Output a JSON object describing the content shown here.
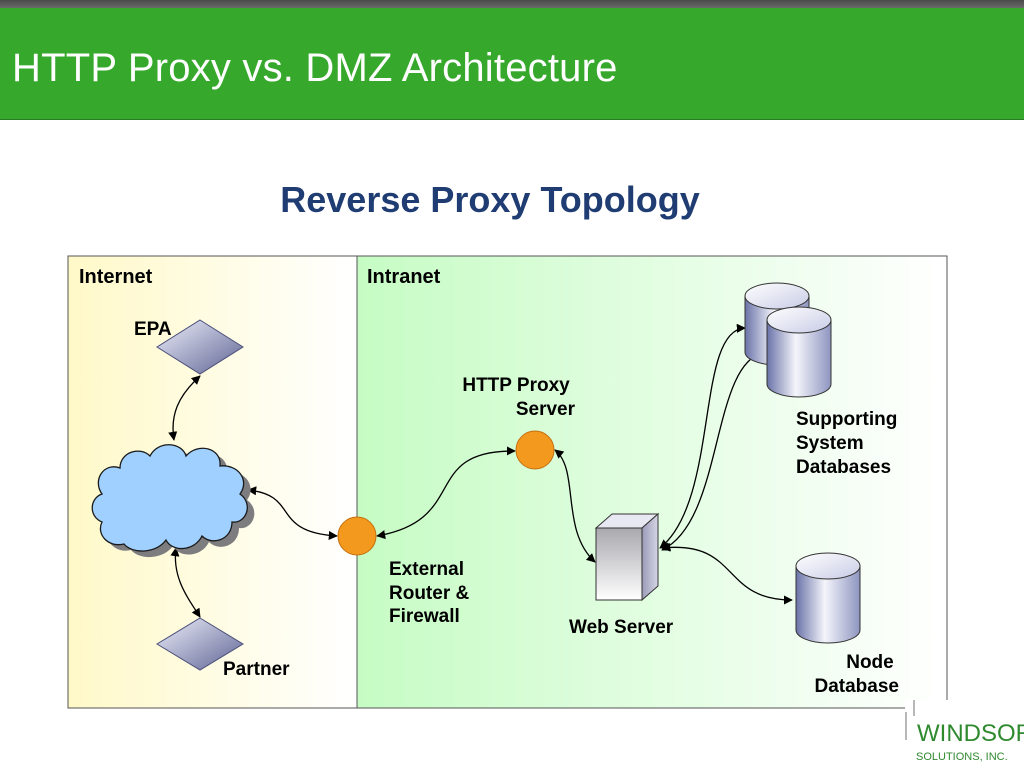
{
  "slide": {
    "title": "HTTP Proxy vs. DMZ Architecture",
    "subtitle": "Reverse Proxy Topology"
  },
  "zones": {
    "internet": "Internet",
    "intranet": "Intranet"
  },
  "nodes": {
    "epa": "EPA",
    "partner": "Partner",
    "proxy_line1": "HTTP Proxy",
    "proxy_line2": "Server",
    "router_line1": "External",
    "router_line2": "Router &",
    "router_line3": "Firewall",
    "web_server": "Web Server",
    "support_line1": "Supporting",
    "support_line2": "System",
    "support_line3": "Databases",
    "node_db_line1": "Node",
    "node_db_line2": "Database"
  },
  "logo": {
    "name": "WINDSOR",
    "tagline": "SOLUTIONS, INC."
  },
  "colors": {
    "header": "#36a82c",
    "subtitle": "#1f3c73",
    "node_orange": "#f39a1e",
    "cloud": "#9fd0ff"
  }
}
